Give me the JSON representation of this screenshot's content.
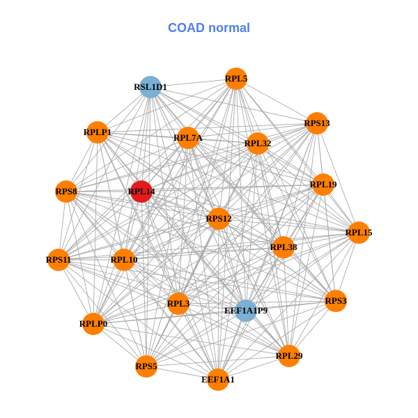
{
  "title": "COAD normal",
  "colors": {
    "edge": "#aaaaaa",
    "orange": "#ff7f00",
    "blue": "#7bafd4",
    "red": "#e41a1c"
  },
  "graph": {
    "edges": "complete",
    "nodes": [
      {
        "id": "RSL1D1",
        "group": "blue"
      },
      {
        "id": "RPL5",
        "group": "orange"
      },
      {
        "id": "RPS13",
        "group": "orange"
      },
      {
        "id": "RPLP1",
        "group": "orange"
      },
      {
        "id": "RPL7A",
        "group": "orange"
      },
      {
        "id": "RPL32",
        "group": "orange"
      },
      {
        "id": "RPL19",
        "group": "orange"
      },
      {
        "id": "RPS8",
        "group": "orange"
      },
      {
        "id": "RPL14",
        "group": "red"
      },
      {
        "id": "RPS12",
        "group": "orange"
      },
      {
        "id": "RPL15",
        "group": "orange"
      },
      {
        "id": "RPL38",
        "group": "orange"
      },
      {
        "id": "RPS11",
        "group": "orange"
      },
      {
        "id": "RPL10",
        "group": "orange"
      },
      {
        "id": "RPL3",
        "group": "orange"
      },
      {
        "id": "EEF1A1P9",
        "group": "blue"
      },
      {
        "id": "RPS3",
        "group": "orange"
      },
      {
        "id": "RPLP0",
        "group": "orange"
      },
      {
        "id": "RPS5",
        "group": "orange"
      },
      {
        "id": "EEF1A1",
        "group": "orange"
      },
      {
        "id": "RPL29",
        "group": "orange"
      }
    ]
  }
}
